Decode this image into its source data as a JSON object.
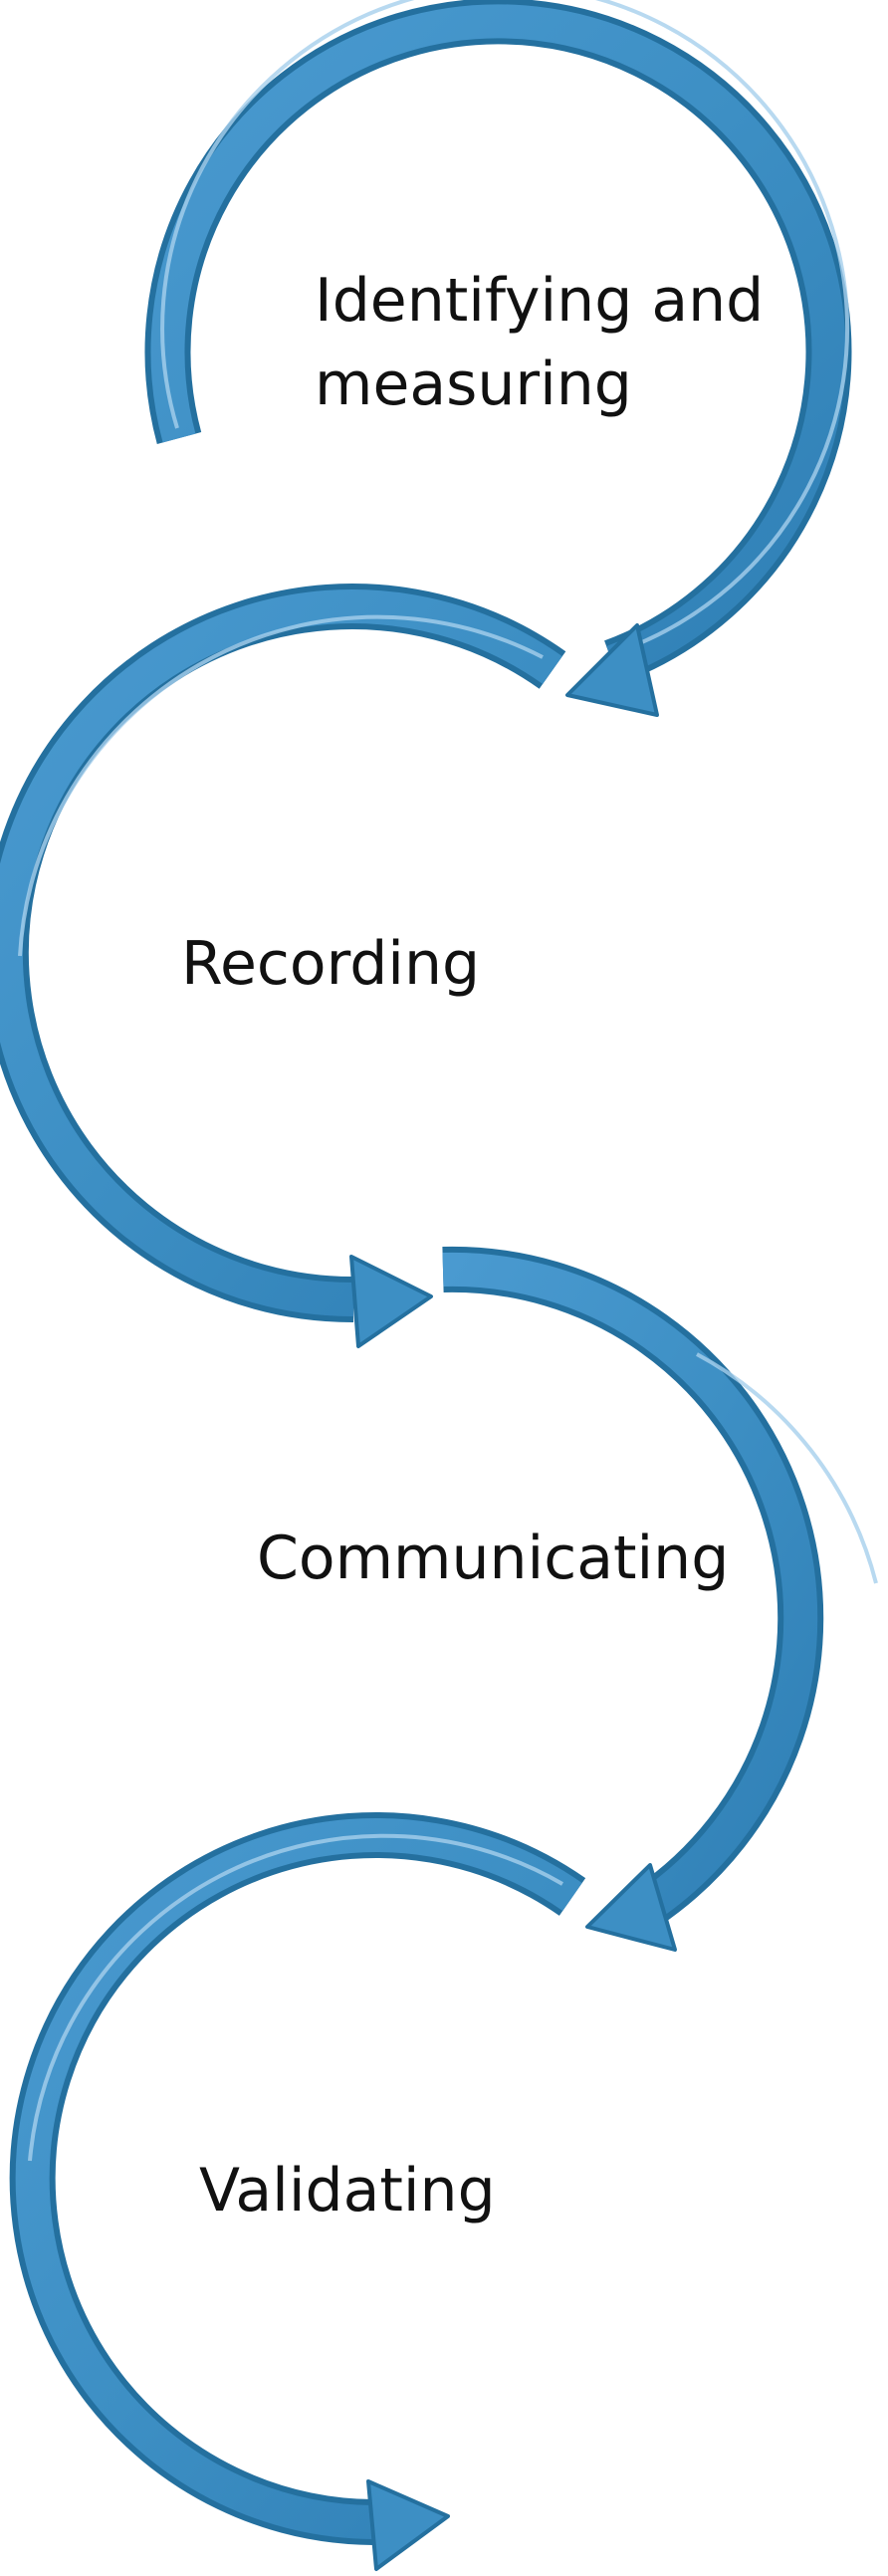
{
  "diagram": {
    "colors": {
      "arrow_mid": "#3d8fc4",
      "arrow_dark": "#24709f",
      "arrow_light": "#a6d0ec",
      "text": "#111111",
      "background": "#ffffff"
    },
    "stages": [
      {
        "lines": [
          "Identifying and",
          "measuring"
        ]
      },
      {
        "lines": [
          "Recording"
        ]
      },
      {
        "lines": [
          "Communicating"
        ]
      },
      {
        "lines": [
          "Validating"
        ]
      }
    ]
  }
}
